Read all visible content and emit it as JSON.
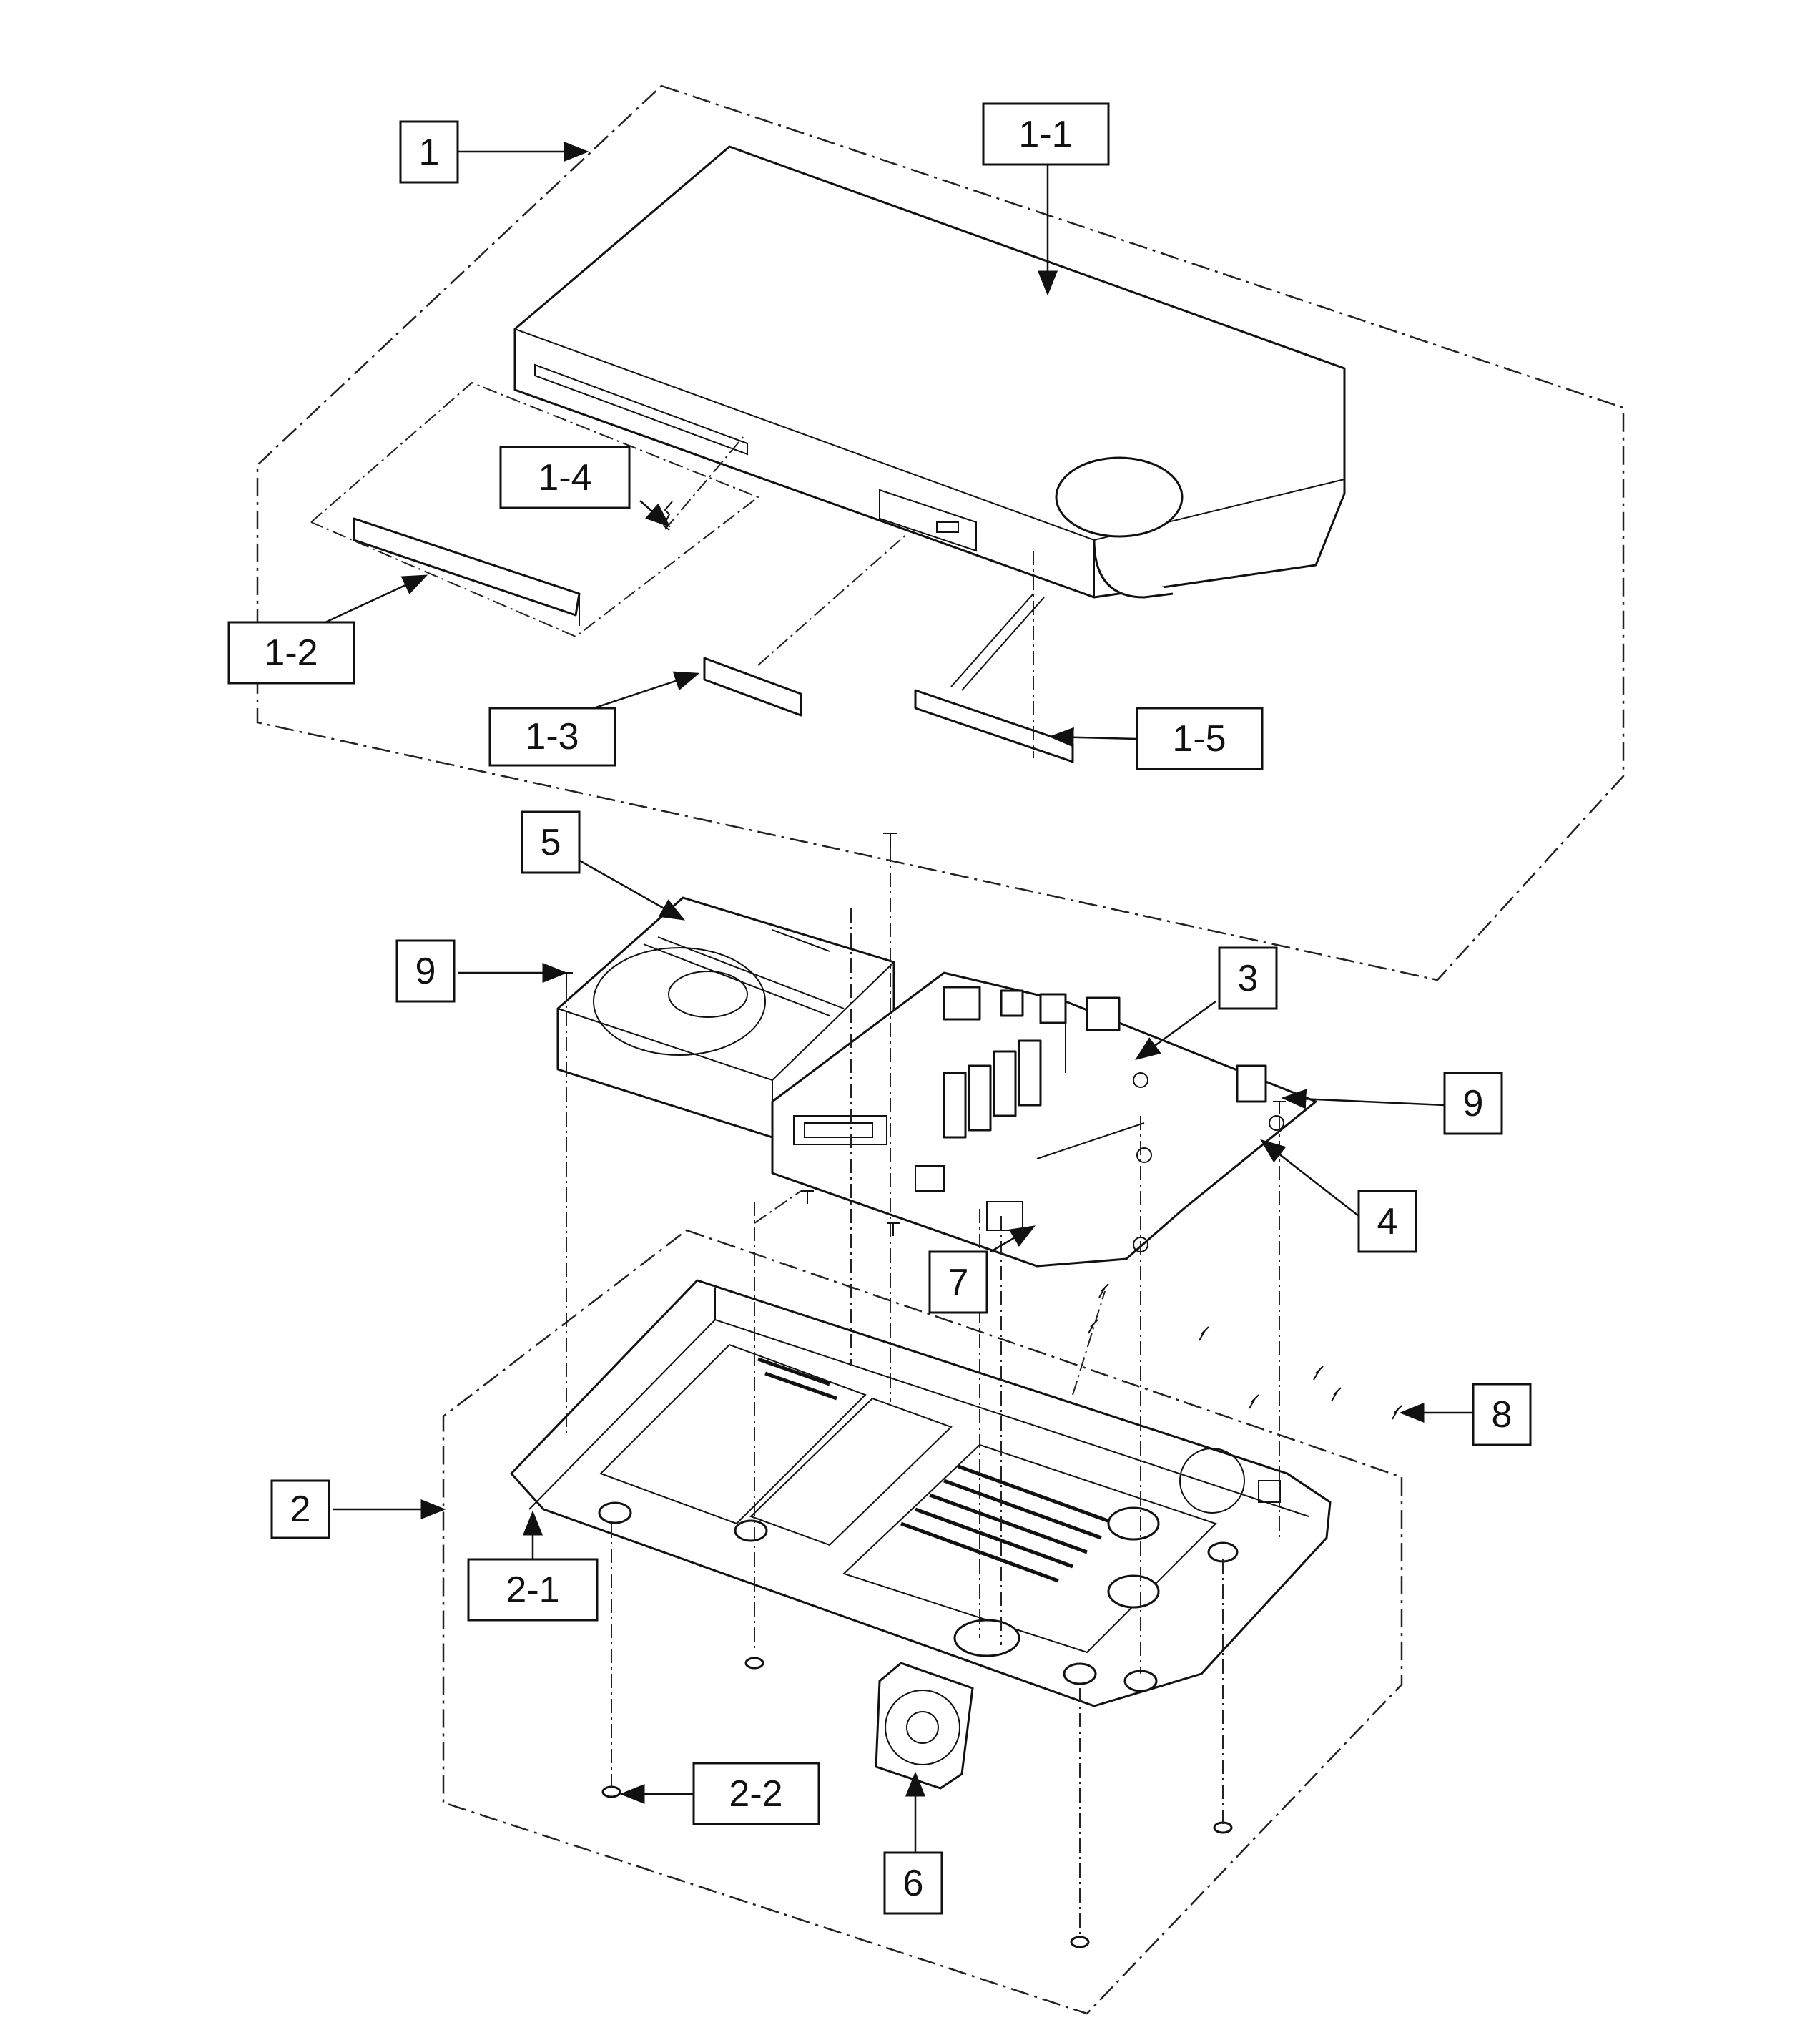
{
  "diagram": {
    "callouts": [
      {
        "id": "1",
        "label": "1"
      },
      {
        "id": "1-1",
        "label": "1-1"
      },
      {
        "id": "1-2",
        "label": "1-2"
      },
      {
        "id": "1-3",
        "label": "1-3"
      },
      {
        "id": "1-4",
        "label": "1-4"
      },
      {
        "id": "1-5",
        "label": "1-5"
      },
      {
        "id": "2",
        "label": "2"
      },
      {
        "id": "2-1",
        "label": "2-1"
      },
      {
        "id": "2-2",
        "label": "2-2"
      },
      {
        "id": "3",
        "label": "3"
      },
      {
        "id": "4",
        "label": "4"
      },
      {
        "id": "5",
        "label": "5"
      },
      {
        "id": "6",
        "label": "6"
      },
      {
        "id": "7",
        "label": "7"
      },
      {
        "id": "8",
        "label": "8"
      },
      {
        "id": "9a",
        "label": "9"
      },
      {
        "id": "9b",
        "label": "9"
      }
    ]
  }
}
